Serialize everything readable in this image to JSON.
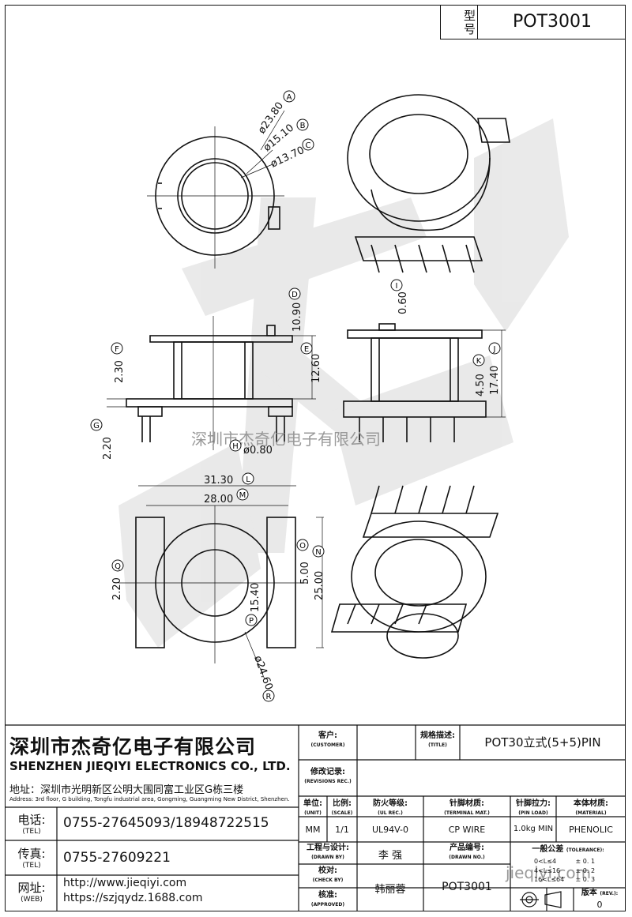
{
  "header": {
    "model_label": "型号",
    "model_value": "POT3001"
  },
  "watermark": {
    "text": "深圳市杰奇亿电子有限公司",
    "footer_url": "jieqiyi.com"
  },
  "dims": {
    "a": "ø23.80",
    "b": "ø15.10",
    "c": "ø13.70",
    "d": "10.90",
    "e": "12.60",
    "f": "2.30",
    "g": "2.20",
    "h": "ø0.80",
    "i": "0.60",
    "j": "17.40",
    "k": "4.50",
    "l": "31.30",
    "m": "28.00",
    "n": "25.00",
    "o": "5.00",
    "p": "15.40",
    "q": "2.20",
    "r": "ø24.60"
  },
  "markers": [
    "A",
    "B",
    "C",
    "D",
    "E",
    "F",
    "G",
    "H",
    "I",
    "J",
    "K",
    "L",
    "M",
    "N",
    "O",
    "P",
    "Q",
    "R"
  ],
  "company": {
    "name_cn": "深圳市杰奇亿电子有限公司",
    "name_en": "SHENZHEN JIEQIYI ELECTRONICS CO., LTD.",
    "address_cn": "地址：深圳市光明新区公明大围同富工业区G栋三楼",
    "address_en": "Address: 3rd floor, G building, Tongfu industrial area, Gongming, Guangming New District, Shenzhen.",
    "tel_label": "电话:",
    "tel_label_en": "(TEL)",
    "tel": "0755-27645093/18948722515",
    "fax_label": "传真:",
    "fax_label_en": "(TEL)",
    "fax": "0755-27609221",
    "web_label": "网址:",
    "web_label_en": "(WEB)",
    "web1": "http://www.jieqiyi.com",
    "web2": "https://szjqydz.1688.com"
  },
  "titleblock": {
    "customer_cn": "客户:",
    "customer_en": "(CUSTOMER)",
    "title_cn": "规格描述:",
    "title_en": "(TITLE)",
    "title_value": "POT30立式(5+5)PIN",
    "rev_cn": "修改记录:",
    "rev_en": "(REVISIONS REC.)",
    "unit_cn": "单位:",
    "unit_en": "(UNIT)",
    "unit_value": "MM",
    "scale_cn": "比例:",
    "scale_en": "(SCALE)",
    "scale_value": "1/1",
    "ul_cn": "防火等级:",
    "ul_en": "(UL REC.)",
    "ul_value": "UL94V-0",
    "term_cn": "针脚材质:",
    "term_en": "(TERMINAL MAT.)",
    "term_value": "CP WIRE",
    "pin_cn": "针脚拉力:",
    "pin_en": "(PIN LOAD)",
    "pin_value": "1.0kg MIN",
    "mat_cn": "本体材质:",
    "mat_en": "(MATERIAL)",
    "mat_value": "PHENOLIC",
    "drawn_cn": "工程与设计:",
    "drawn_en": "(DRAWN BY)",
    "drawn_value": "李  强",
    "dwgno_cn": "产品编号:",
    "dwgno_en": "(DRAWN NO.)",
    "dwgno_value": "POT3001",
    "check_cn": "校对:",
    "check_en": "(CHECK BY)",
    "appr_cn": "核准:",
    "appr_en": "(APPROVED)",
    "check_value": "韩丽蓉",
    "tol_cn": "一般公差",
    "tol_en": "(TOLERANCE):",
    "tol_rows": [
      [
        "0<L≤4",
        "± 0. 1"
      ],
      [
        "4<L≤16",
        "± 0. 2"
      ],
      [
        "16<L≤64",
        "± 0. 3"
      ]
    ],
    "ver_cn": "版本",
    "ver_en": "(REV.):",
    "ver_value": "0"
  }
}
